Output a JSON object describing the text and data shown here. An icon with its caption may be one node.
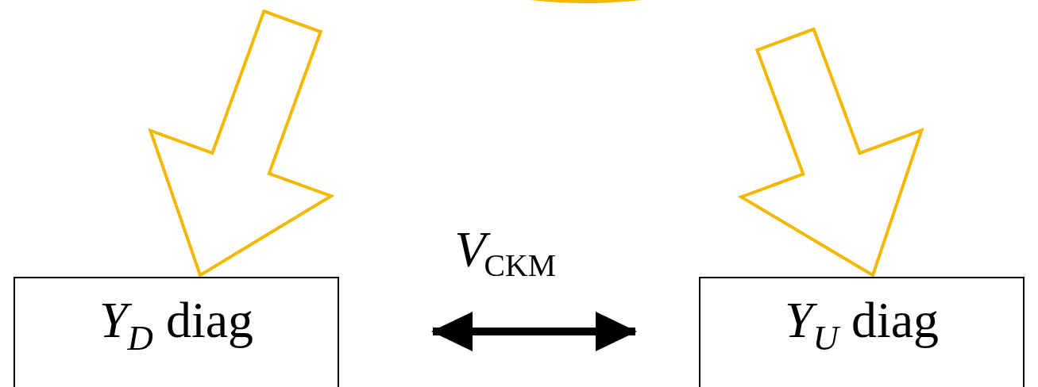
{
  "diagram": {
    "nodes": [
      {
        "text": [
          "*Y*$_{D}$ diag"
        ]
      },
      {
        "text": [
          "*Y*$_{U}$ diag"
        ]
      }
    ],
    "edges": [
      {
        "from": 0,
        "to": 1,
        "arrow": "both",
        "label": "*V*$_{CKM}$"
      },
      {
        "from": null,
        "to": 0,
        "arrow": "to",
        "color": "#f5b800"
      },
      {
        "from": null,
        "to": 1,
        "arrow": "to",
        "color": "#f5b800"
      }
    ]
  }
}
